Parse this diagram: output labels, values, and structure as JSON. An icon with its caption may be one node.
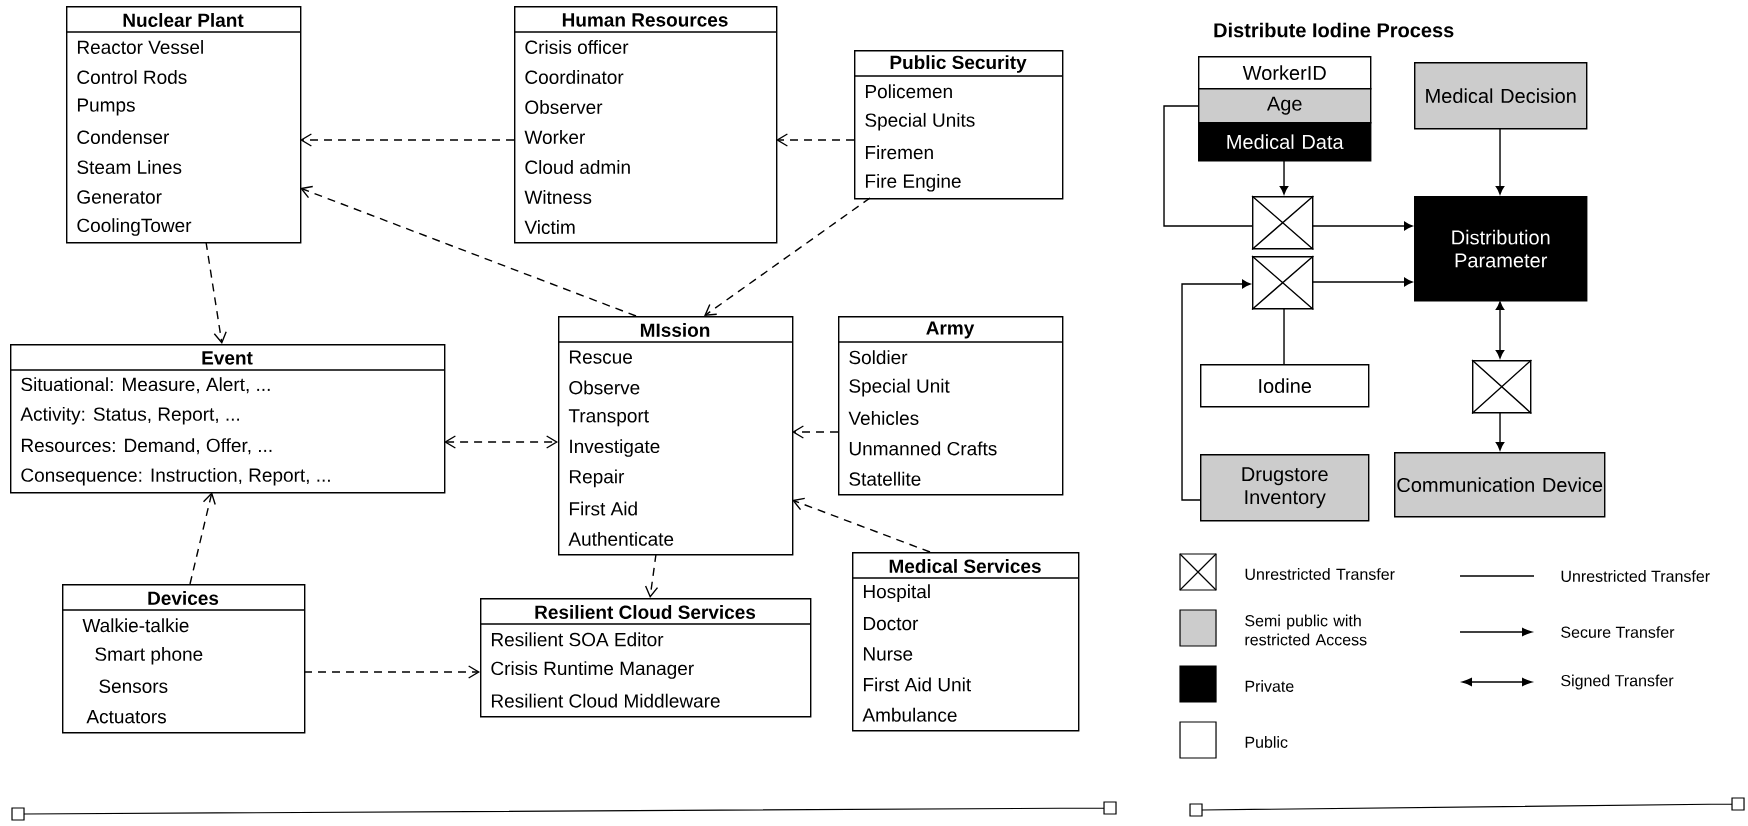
{
  "diagram": {
    "nodes": [
      {
        "text": [
          "Nuclear Plant",
          "Reactor Vessel",
          "Control Rods",
          "Pumps",
          "Condenser",
          "Steam Lines",
          "Generator",
          "CoolingTower"
        ]
      },
      {
        "text": [
          "Human Resources",
          "Crisis officer",
          "Coordinator",
          "Observer",
          "Worker",
          "Cloud admin",
          "Witness",
          "Victim"
        ]
      },
      {
        "text": [
          "Public Security",
          "Policemen",
          "Special Units",
          "Firemen",
          "Fire Engine"
        ]
      },
      {
        "text": [
          "Event",
          "Situational: Measure, Alert, ...",
          "Activity: Status, Report, ...",
          "Resources: Demand, Offer, ...",
          "Consequence: Instruction, Report, ..."
        ]
      },
      {
        "text": [
          "MIssion",
          "Rescue",
          "Observe",
          "Transport",
          "Investigate",
          "Repair",
          "First Aid",
          "Authenticate"
        ]
      },
      {
        "text": [
          "Army",
          "Soldier",
          "Special Unit",
          "Vehicles",
          "Unmanned Crafts",
          "Statellite"
        ]
      },
      {
        "text": [
          "Devices",
          "Walkie-talkie",
          "Smart phone",
          "Sensors",
          "Actuators"
        ]
      },
      {
        "text": [
          "Resilient Cloud Services",
          "Resilient SOA Editor",
          "Crisis Runtime Manager",
          "Resilient Cloud Middleware"
        ]
      },
      {
        "text": [
          "Medical Services",
          "Hospital",
          "Doctor",
          "Nurse",
          "First Aid Unit",
          "Ambulance"
        ]
      },
      {
        "text": [
          "WorkerID"
        ]
      },
      {
        "text": [
          "Age"
        ]
      },
      {
        "text": [
          "Medical Data"
        ]
      },
      {
        "text": [
          "Medical Decision"
        ]
      },
      {
        "text": [],
        "shape": "box"
      },
      {
        "text": [
          "Distribution Parameter"
        ]
      },
      {
        "text": [],
        "shape": "box"
      },
      {
        "text": [
          "Iodine"
        ]
      },
      {
        "text": [],
        "shape": "box"
      },
      {
        "text": [
          "Drugstore Inventory"
        ]
      },
      {
        "text": [
          "Communication Device"
        ]
      }
    ],
    "edges": [
      {
        "from": 1,
        "to": 0,
        "arrow": "to",
        "style": "dashed"
      },
      {
        "from": 2,
        "to": 1,
        "arrow": "to",
        "style": "dashed"
      },
      {
        "from": 4,
        "to": 0,
        "arrow": "to",
        "style": "dashed"
      },
      {
        "from": 2,
        "to": 4,
        "arrow": "to",
        "style": "dashed"
      },
      {
        "from": 0,
        "to": 3,
        "arrow": "to",
        "style": "dashed"
      },
      {
        "from": 3,
        "to": 4,
        "arrow": "both",
        "style": "dashed"
      },
      {
        "from": 5,
        "to": 4,
        "arrow": "to",
        "style": "dashed"
      },
      {
        "from": 8,
        "to": 4,
        "arrow": "to",
        "style": "dashed"
      },
      {
        "from": 6,
        "to": 3,
        "arrow": "to",
        "style": "dashed"
      },
      {
        "from": 6,
        "to": 7,
        "arrow": "to",
        "style": "dashed"
      },
      {
        "from": 4,
        "to": 7,
        "arrow": "to",
        "style": "dashed"
      },
      {
        "from": 11,
        "to": 13,
        "arrow": "to"
      },
      {
        "from": 10,
        "to": 13,
        "arrow": "none"
      },
      {
        "from": 13,
        "to": 14,
        "arrow": "to"
      },
      {
        "from": 15,
        "to": 14,
        "arrow": "to"
      },
      {
        "from": 18,
        "to": 15,
        "arrow": "to"
      },
      {
        "from": 16,
        "to": 15,
        "arrow": "none"
      },
      {
        "from": 12,
        "to": 14,
        "arrow": "to"
      },
      {
        "from": 14,
        "to": 17,
        "arrow": "both"
      },
      {
        "from": 17,
        "to": 19,
        "arrow": "to"
      }
    ],
    "labels": [
      "Distribute Iodine Process"
    ],
    "legend": [
      {
        "text": "Unrestricted Transfer"
      },
      {
        "text": "Unrestricted Transfer"
      },
      {
        "text": "Semi public with restricted Access",
        "color": "#cccccc"
      },
      {
        "text": "Secure Transfer"
      },
      {
        "text": "Private",
        "color": "#000000"
      },
      {
        "text": "Signed Transfer"
      },
      {
        "text": "Public"
      }
    ]
  }
}
